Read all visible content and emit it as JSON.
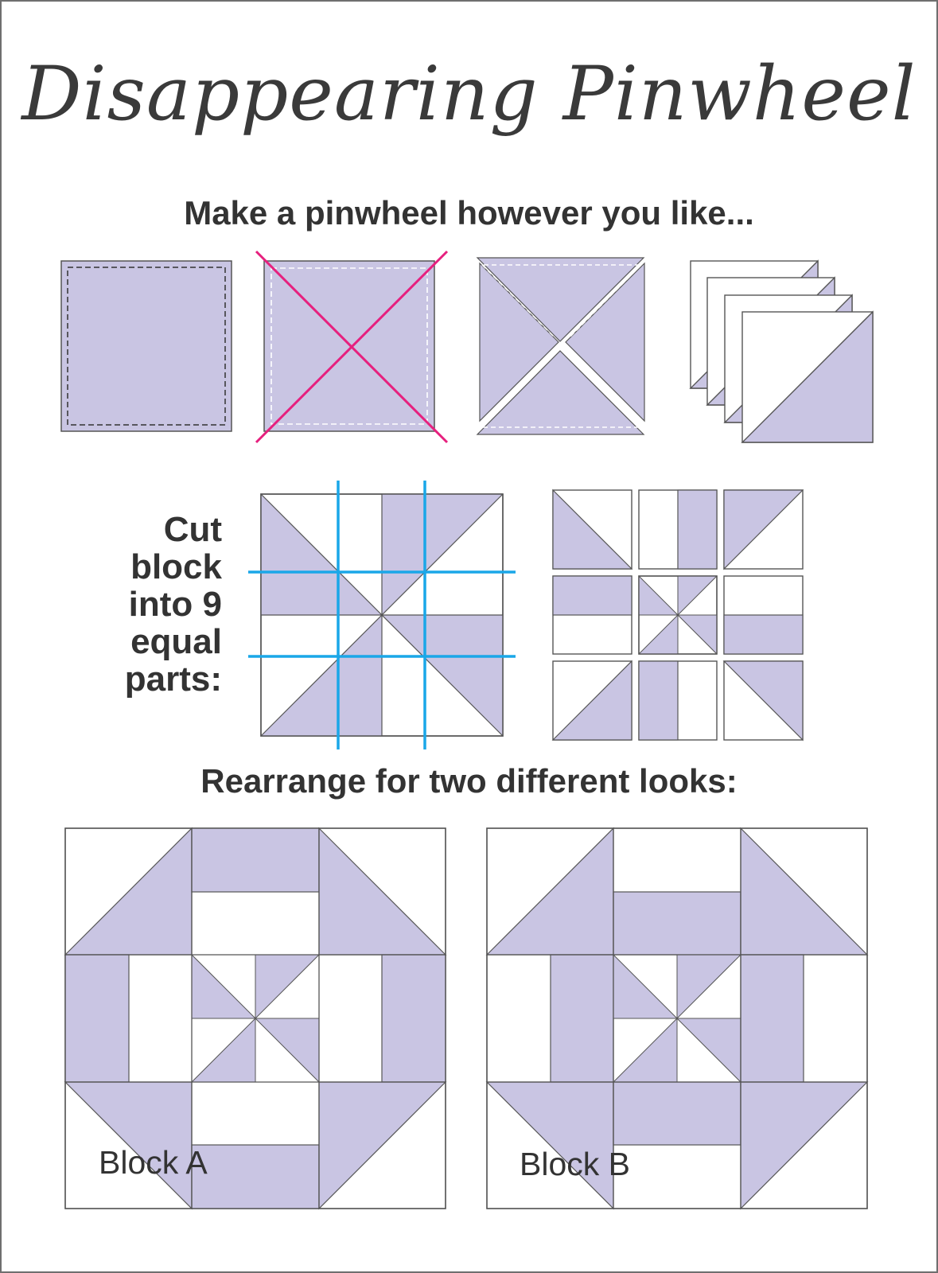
{
  "title": "Disappearing Pinwheel",
  "step1": {
    "text": "Make a pinwheel however you like..."
  },
  "step2": {
    "lines": [
      "Cut",
      "block",
      "into 9",
      "equal",
      "parts:"
    ]
  },
  "step3": {
    "text": "Rearrange for two different looks:"
  },
  "blocks": [
    {
      "label": "Block A"
    },
    {
      "label": "Block B"
    }
  ],
  "colors": {
    "fabric": "#c9c5e3",
    "background_fabric": "#ffffff",
    "outline": "#555555",
    "cut_diagonal": "#e6207e",
    "cut_grid": "#1aa7e8"
  }
}
